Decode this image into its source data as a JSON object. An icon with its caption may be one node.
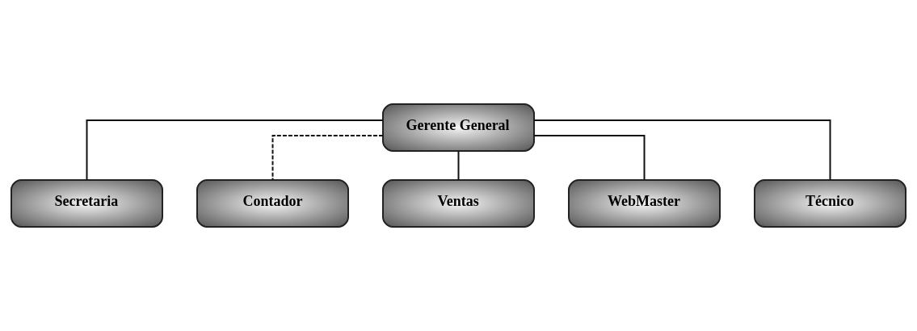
{
  "diagram": {
    "nodes": [
      {
        "text": [
          "Gerente General"
        ]
      },
      {
        "text": [
          "Secretaria"
        ]
      },
      {
        "text": [
          "Contador"
        ]
      },
      {
        "text": [
          "Ventas"
        ]
      },
      {
        "text": [
          "WebMaster"
        ]
      },
      {
        "text": [
          "Técnico"
        ]
      }
    ],
    "edges": [
      {
        "from": 0,
        "to": 1,
        "arrow": "none"
      },
      {
        "from": 0,
        "to": 2,
        "arrow": "none",
        "style": "dashed"
      },
      {
        "from": 0,
        "to": 3,
        "arrow": "none"
      },
      {
        "from": 0,
        "to": 4,
        "arrow": "none"
      },
      {
        "from": 0,
        "to": 5,
        "arrow": "none"
      }
    ]
  }
}
